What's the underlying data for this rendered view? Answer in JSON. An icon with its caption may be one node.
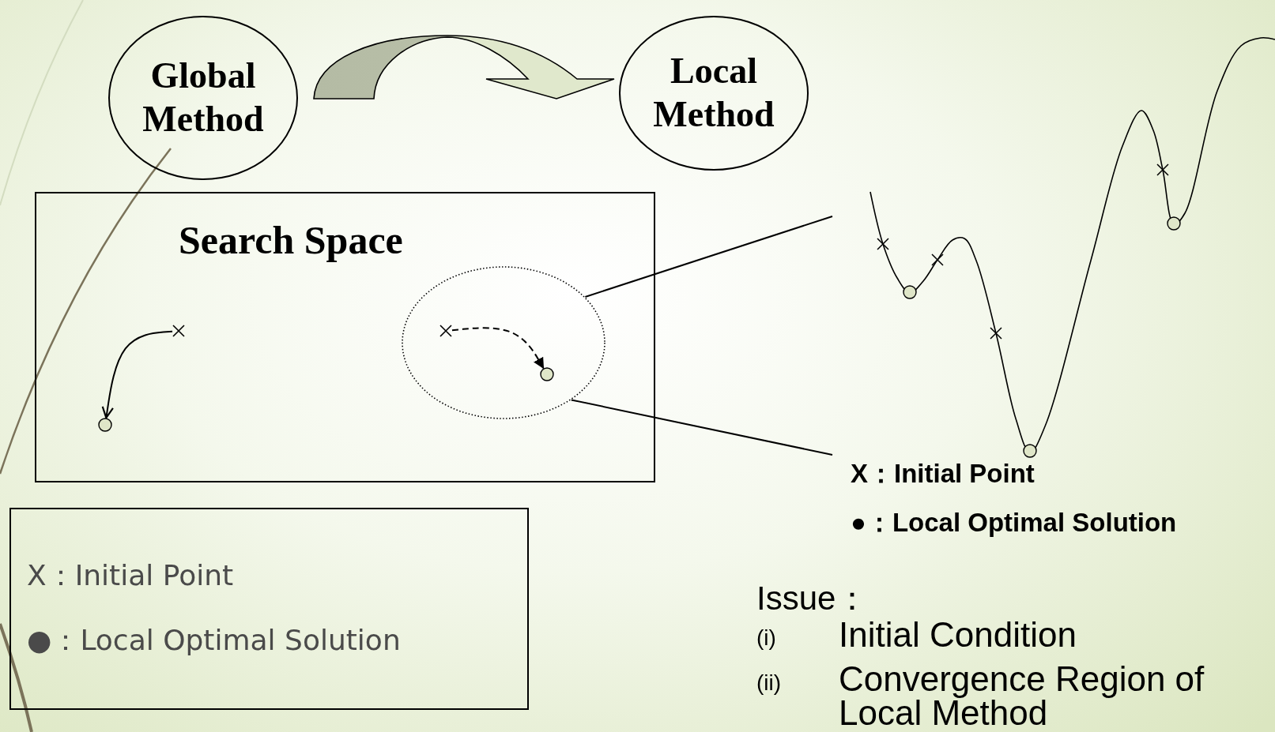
{
  "diagram": {
    "nodes": [
      {
        "text": [
          "Global Method"
        ]
      },
      {
        "text": [
          "Local Method"
        ]
      },
      {
        "text": [
          "Search Space"
        ]
      },
      {
        "text": [],
        "shape": "cross",
        "in": 2
      },
      {
        "text": [],
        "shape": "circle",
        "in": 2
      },
      {
        "text": [],
        "shape": "ellipse",
        "in": 2
      },
      {
        "text": [],
        "shape": "cross",
        "in": 5
      },
      {
        "text": [],
        "shape": "circle",
        "in": 5
      },
      {
        "text": [],
        "shape": "picture"
      },
      {
        "text": [
          "X：Initial Point",
          "●：Local Optimal Solution"
        ]
      }
    ],
    "edges": [
      {
        "from": 0,
        "to": 1,
        "arrow": "to"
      },
      {
        "from": 3,
        "to": 4,
        "arrow": "to"
      },
      {
        "from": 6,
        "to": 7,
        "arrow": "to",
        "style": "dashed"
      },
      {
        "from": 5,
        "to": 8,
        "arrow": "none"
      },
      {
        "from": 5,
        "to": 8,
        "arrow": "none"
      }
    ],
    "labels": [
      "X：Initial Point",
      "●：Local Optimal Solution",
      "Issue：",
      "(i)",
      "Initial Condition",
      "(ii)",
      "Convergence Region of Local Method"
    ]
  }
}
